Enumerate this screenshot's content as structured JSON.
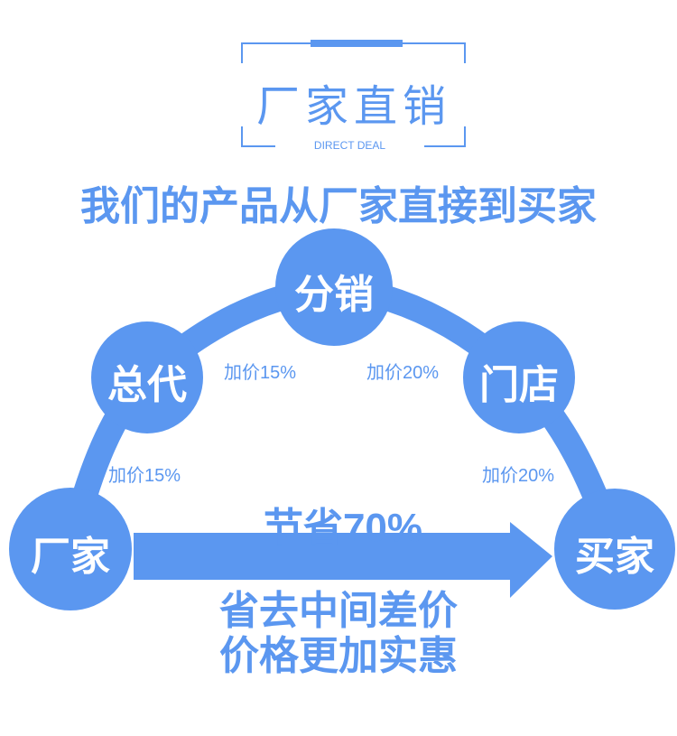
{
  "header": {
    "title": "厂家直销",
    "subtitle": "DIRECT DEAL"
  },
  "headline": "我们的产品从厂家直接到买家",
  "nodes": {
    "factory": "厂家",
    "general_agent": "总代",
    "distributor": "分销",
    "store": "门店",
    "buyer": "买家"
  },
  "markups": {
    "factory_to_agent": "加价15%",
    "agent_to_distributor": "加价15%",
    "distributor_to_store": "加价20%",
    "store_to_buyer": "加价20%"
  },
  "savings": "节省70%",
  "bottom_lines": [
    "省去中间差价",
    "价格更加实惠"
  ],
  "colors": {
    "primary": "#5b97f0"
  }
}
